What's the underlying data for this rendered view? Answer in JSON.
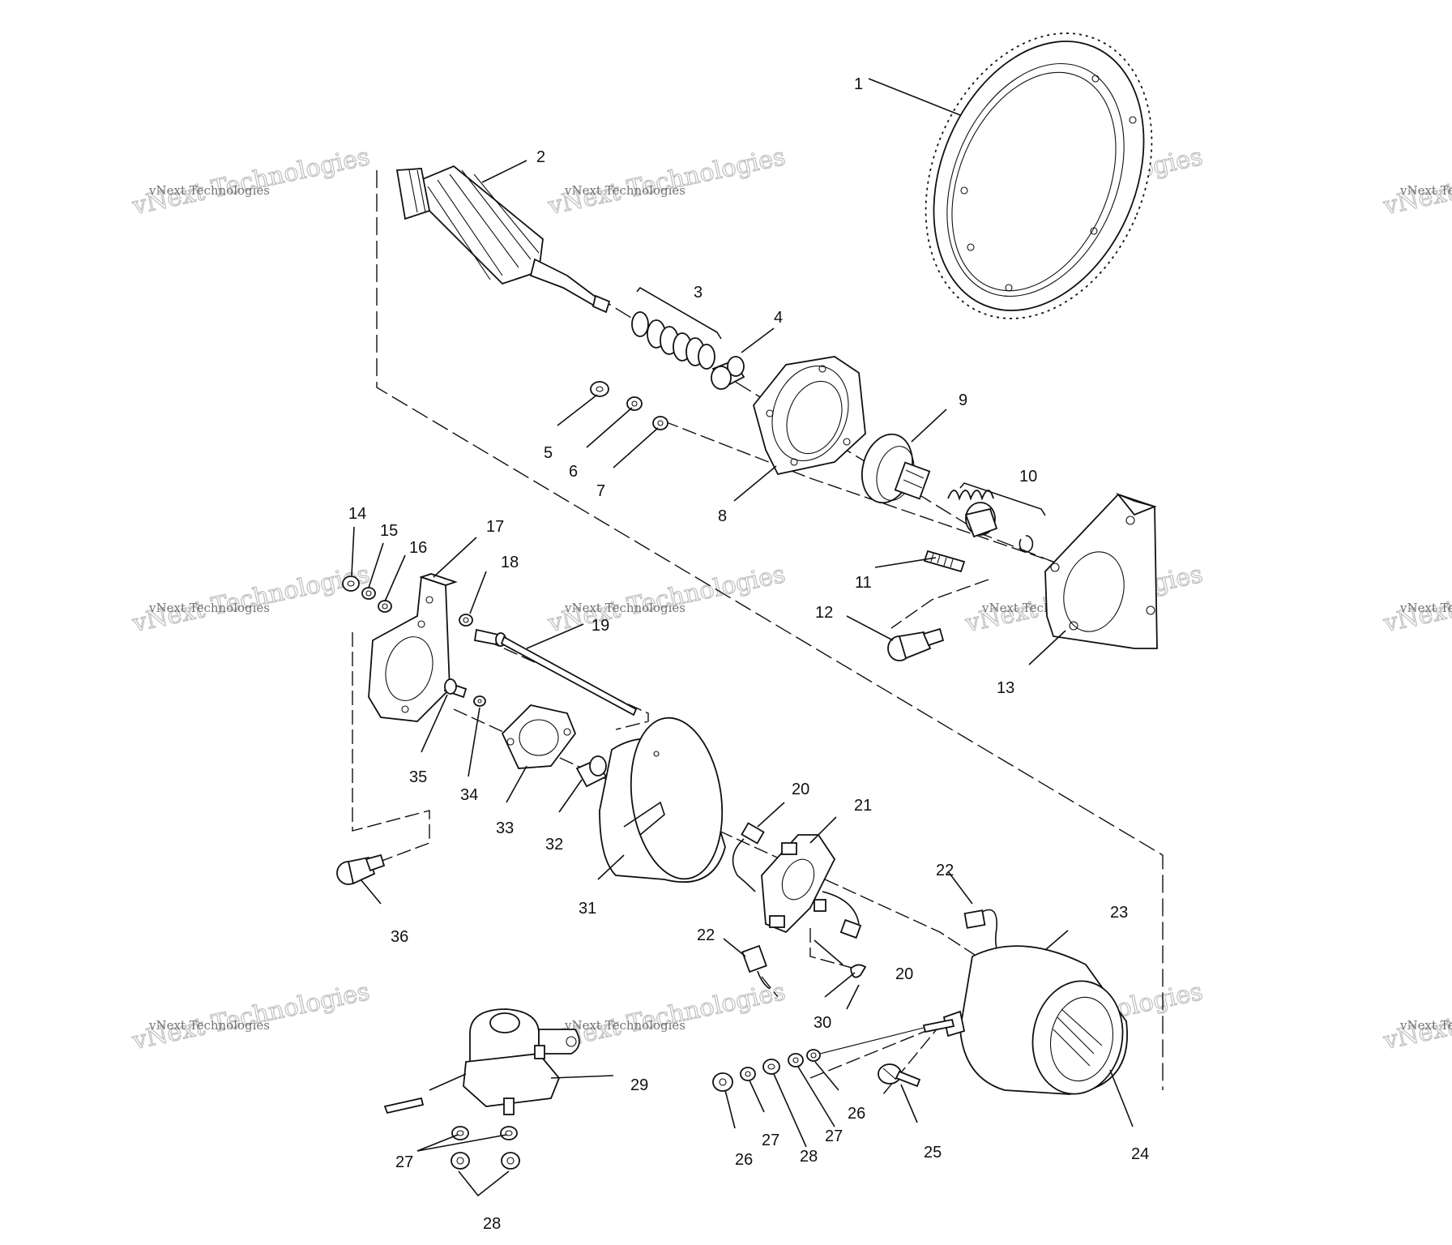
{
  "watermark": {
    "small": "vNext Technologies",
    "large": "vNext Technologies"
  },
  "callouts": [
    {
      "id": "c1",
      "text": "1"
    },
    {
      "id": "c2",
      "text": "2"
    },
    {
      "id": "c3",
      "text": "3"
    },
    {
      "id": "c4",
      "text": "4"
    },
    {
      "id": "c5",
      "text": "5"
    },
    {
      "id": "c6",
      "text": "6"
    },
    {
      "id": "c7",
      "text": "7"
    },
    {
      "id": "c8",
      "text": "8"
    },
    {
      "id": "c9",
      "text": "9"
    },
    {
      "id": "c10",
      "text": "10"
    },
    {
      "id": "c11",
      "text": "11"
    },
    {
      "id": "c12",
      "text": "12"
    },
    {
      "id": "c13",
      "text": "13"
    },
    {
      "id": "c14",
      "text": "14"
    },
    {
      "id": "c15",
      "text": "15"
    },
    {
      "id": "c16",
      "text": "16"
    },
    {
      "id": "c17",
      "text": "17"
    },
    {
      "id": "c18",
      "text": "18"
    },
    {
      "id": "c19",
      "text": "19"
    },
    {
      "id": "c20a",
      "text": "20"
    },
    {
      "id": "c20b",
      "text": "20"
    },
    {
      "id": "c21",
      "text": "21"
    },
    {
      "id": "c22a",
      "text": "22"
    },
    {
      "id": "c22b",
      "text": "22"
    },
    {
      "id": "c23",
      "text": "23"
    },
    {
      "id": "c24",
      "text": "24"
    },
    {
      "id": "c25",
      "text": "25"
    },
    {
      "id": "c26a",
      "text": "26"
    },
    {
      "id": "c26b",
      "text": "26"
    },
    {
      "id": "c27a",
      "text": "27"
    },
    {
      "id": "c27b",
      "text": "27"
    },
    {
      "id": "c27c",
      "text": "27"
    },
    {
      "id": "c28a",
      "text": "28"
    },
    {
      "id": "c28b",
      "text": "28"
    },
    {
      "id": "c29",
      "text": "29"
    },
    {
      "id": "c30",
      "text": "30"
    },
    {
      "id": "c31",
      "text": "31"
    },
    {
      "id": "c32",
      "text": "32"
    },
    {
      "id": "c33",
      "text": "33"
    },
    {
      "id": "c34",
      "text": "34"
    },
    {
      "id": "c35",
      "text": "35"
    },
    {
      "id": "c36",
      "text": "36"
    }
  ]
}
